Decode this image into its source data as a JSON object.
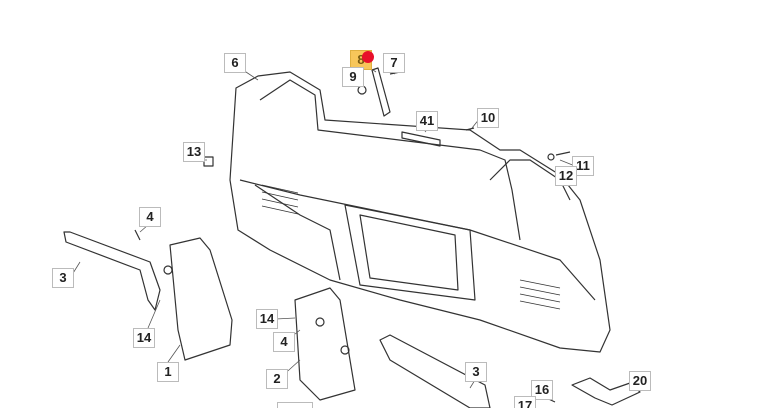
{
  "callouts": [
    {
      "id": "6",
      "highlighted": false
    },
    {
      "id": "8",
      "highlighted": true
    },
    {
      "id": "9",
      "highlighted": false
    },
    {
      "id": "7",
      "highlighted": false
    },
    {
      "id": "41",
      "highlighted": false
    },
    {
      "id": "10",
      "highlighted": false
    },
    {
      "id": "13",
      "highlighted": false
    },
    {
      "id": "11",
      "highlighted": false
    },
    {
      "id": "12",
      "highlighted": false
    },
    {
      "id": "4",
      "highlighted": false
    },
    {
      "id": "3",
      "highlighted": false
    },
    {
      "id": "14",
      "highlighted": false
    },
    {
      "id": "1",
      "highlighted": false
    },
    {
      "id": "14",
      "highlighted": false
    },
    {
      "id": "4",
      "highlighted": false
    },
    {
      "id": "2",
      "highlighted": false
    },
    {
      "id": "3",
      "highlighted": false
    },
    {
      "id": "16",
      "highlighted": false
    },
    {
      "id": "17",
      "highlighted": false
    },
    {
      "id": "20",
      "highlighted": false
    }
  ],
  "colors": {
    "highlight": "#f7c65a",
    "marker": "#e8102a",
    "line": "#333333"
  }
}
